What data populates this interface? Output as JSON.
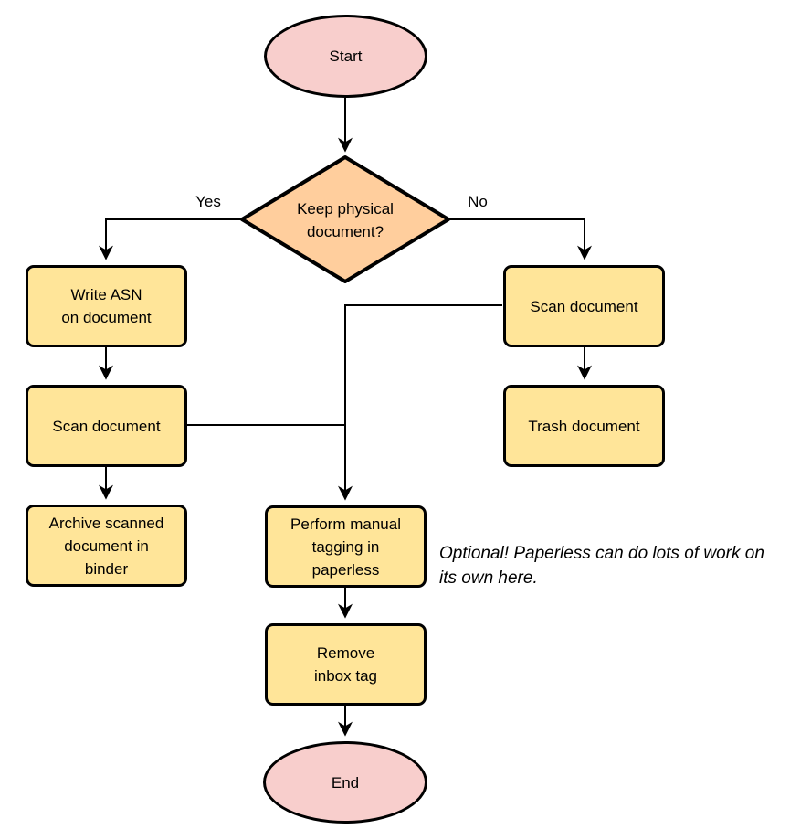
{
  "diagram": {
    "type": "flowchart",
    "nodes": {
      "start": {
        "label": "Start",
        "shape": "terminator"
      },
      "decision": {
        "label": "Keep physical\ndocument?",
        "shape": "decision"
      },
      "write_asn": {
        "label": "Write ASN\non document",
        "shape": "process"
      },
      "scan_left": {
        "label": "Scan document",
        "shape": "process"
      },
      "archive": {
        "label": "Archive scanned\ndocument in\nbinder",
        "shape": "process"
      },
      "scan_right": {
        "label": "Scan document",
        "shape": "process"
      },
      "trash": {
        "label": "Trash document",
        "shape": "process"
      },
      "tagging": {
        "label": "Perform manual\ntagging in\npaperless",
        "shape": "process"
      },
      "remove_inbox": {
        "label": "Remove\ninbox tag",
        "shape": "process"
      },
      "end": {
        "label": "End",
        "shape": "terminator"
      }
    },
    "edge_labels": {
      "yes": "Yes",
      "no": "No"
    },
    "note": "Optional! Paperless can do lots of work on\nits own here.",
    "edges": [
      "start -> decision",
      "decision -> write_asn (Yes)",
      "decision -> scan_right (No)",
      "write_asn -> scan_left",
      "scan_left -> archive",
      "scan_left -> tagging",
      "scan_right -> trash",
      "scan_right -> tagging",
      "tagging -> remove_inbox",
      "remove_inbox -> end"
    ],
    "colors": {
      "terminator_fill": "#f8cecc",
      "decision_fill": "#ffce9d",
      "process_fill": "#ffe599",
      "stroke": "#000000"
    }
  }
}
